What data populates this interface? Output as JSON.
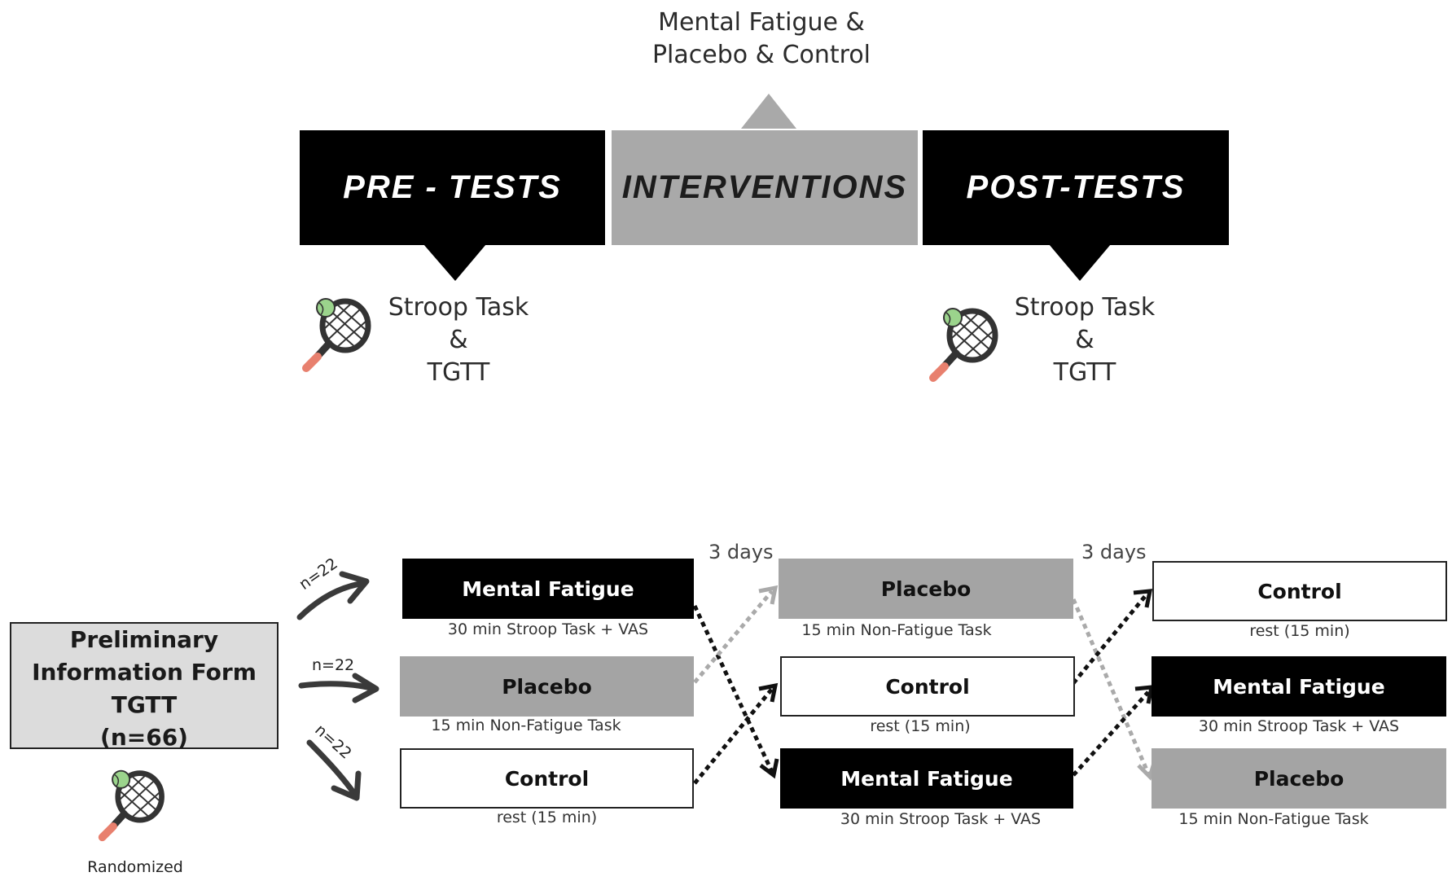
{
  "header": {
    "interventions_note_line1": "Mental Fatigue &",
    "interventions_note_line2": "Placebo & Control",
    "phases": [
      {
        "label": "PRE - TESTS",
        "style": "dark"
      },
      {
        "label": "INTERVENTIONS",
        "style": "grey"
      },
      {
        "label": "POST-TESTS",
        "style": "dark"
      }
    ],
    "pre_tests": {
      "line1": "Stroop Task",
      "line2": "&",
      "line3": "TGTT"
    },
    "post_tests": {
      "line1": "Stroop Task",
      "line2": "&",
      "line3": "TGTT"
    }
  },
  "prelim": {
    "line1": "Preliminary",
    "line2": "Information Form",
    "line3": "TGTT",
    "line4": "(n=66)",
    "caption": "Randomized"
  },
  "group_sizes": [
    "n=22",
    "n=22",
    "n=22"
  ],
  "gap_labels": [
    "3 days",
    "3 days"
  ],
  "session1": [
    {
      "label": "Mental Fatigue",
      "detail": "30 min Stroop Task + VAS",
      "kind": "mf"
    },
    {
      "label": "Placebo",
      "detail": "15 min Non-Fatigue Task",
      "kind": "pl"
    },
    {
      "label": "Control",
      "detail": "rest (15 min)",
      "kind": "ct"
    }
  ],
  "session2": [
    {
      "label": "Placebo",
      "detail": "15 min Non-Fatigue Task",
      "kind": "pl"
    },
    {
      "label": "Control",
      "detail": "rest (15 min)",
      "kind": "ct"
    },
    {
      "label": "Mental Fatigue",
      "detail": "30 min Stroop Task + VAS",
      "kind": "mf"
    }
  ],
  "session3": [
    {
      "label": "Control",
      "detail": "rest (15 min)",
      "kind": "ct"
    },
    {
      "label": "Mental Fatigue",
      "detail": "30 min Stroop Task + VAS",
      "kind": "mf"
    },
    {
      "label": "Placebo",
      "detail": "15 min Non-Fatigue Task",
      "kind": "pl"
    }
  ],
  "colors": {
    "mental_fatigue": "#000000",
    "placebo": "#a4a4a4",
    "control": "#ffffff",
    "prelim_fill": "#dcdcdc"
  },
  "icons": [
    "tennis-racket-icon",
    "arrow-icon",
    "dotted-arrow-icon"
  ]
}
